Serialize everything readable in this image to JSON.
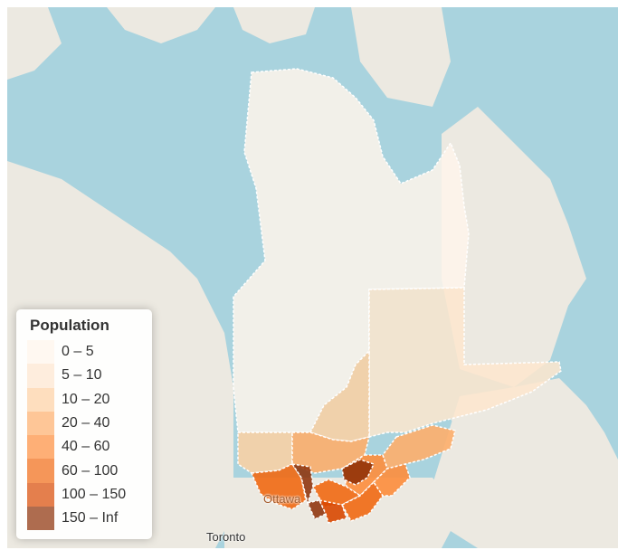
{
  "legend": {
    "title": "Population",
    "classes": [
      {
        "label": "0 – 5",
        "color": "#fff5eb"
      },
      {
        "label": "5 – 10",
        "color": "#fee6ce"
      },
      {
        "label": "10 – 20",
        "color": "#fdd0a2"
      },
      {
        "label": "20 – 40",
        "color": "#fdae6b"
      },
      {
        "label": "40 – 60",
        "color": "#fd8d3c"
      },
      {
        "label": "60 – 100",
        "color": "#f16913"
      },
      {
        "label": "100 – 150",
        "color": "#d94801"
      },
      {
        "label": "150 – Inf",
        "color": "#8c2d04"
      }
    ]
  },
  "places": {
    "toronto": "Toronto",
    "ottawa": "Ottawa"
  },
  "colors": {
    "water": "#a9d3de",
    "land": "#ece9e1",
    "region_border": "#ffffff"
  }
}
